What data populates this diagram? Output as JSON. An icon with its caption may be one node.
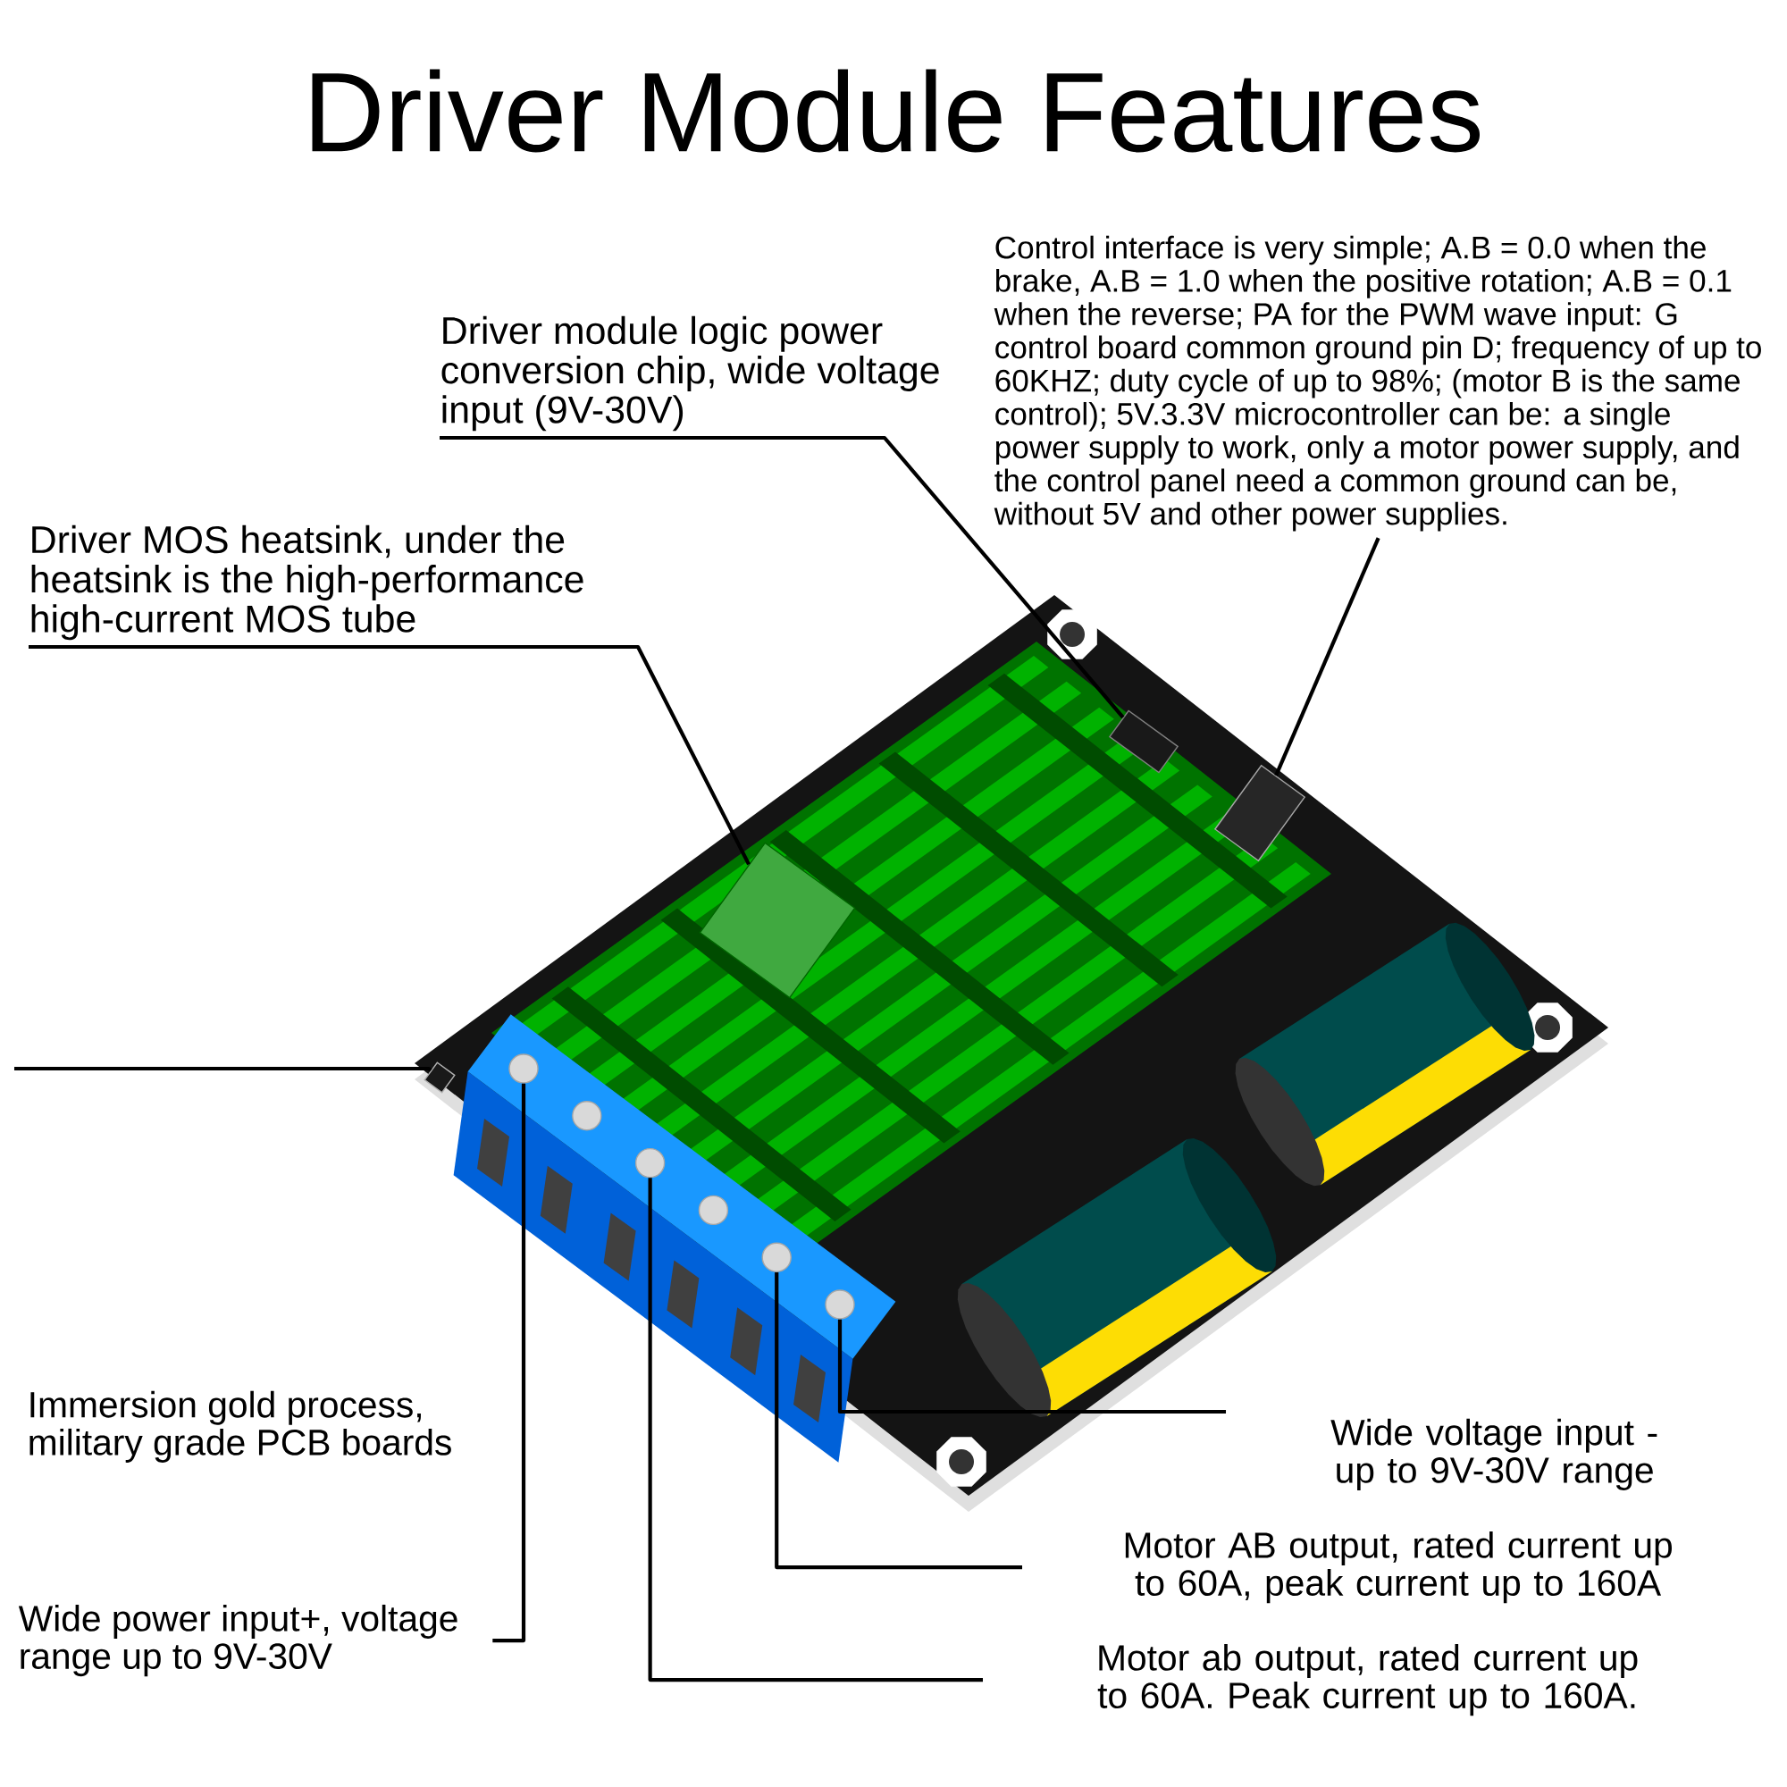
{
  "diagram": {
    "title": "Driver Module Features",
    "nodes": [
      {
        "text": [
          "Control interface is very simple; A.B = 0.0 when the brake, A.B = 1.0 when the positive rotation; A.B = 0.1 when the reverse; PA for the PWM wave input: G control board common ground pin D; frequency of up to 60KHZ; duty cycle of up to 98%; (motor B is the same control); 5V.3.3V microcontroller can be: a single power supply to work, only a motor power supply, and the control panel need a common ground can be, without 5V and other power supplies."
        ]
      },
      {
        "text": [
          "Driver module logic power conversion chip, wide voltage input (9V-30V)"
        ]
      },
      {
        "text": [
          "Driver MOS heatsink, under the heatsink is the high-performance high-current MOS tube"
        ]
      },
      {
        "text": [
          "Wide voltage input - up to 9V-30V range"
        ]
      },
      {
        "text": [
          "Motor AB output, rated current up to 60A, peak current up to 160A"
        ]
      },
      {
        "text": [
          "Wide power input+, voltage range up to 9V-30V"
        ]
      },
      {
        "text": [
          "Motor ab output, rated current up to 60A. Peak current up to 160A."
        ]
      },
      {
        "text": [],
        "shape": "box"
      },
      {
        "text": [],
        "shape": "box"
      },
      {
        "text": [],
        "shape": "box"
      },
      {
        "text": [],
        "shape": "box"
      },
      {
        "text": [],
        "shape": "circle"
      },
      {
        "text": [],
        "shape": "circle"
      },
      {
        "text": [],
        "shape": "circle"
      },
      {
        "text": [],
        "shape": "circle"
      },
      {
        "text": [],
        "shape": "circle"
      },
      {
        "text": [],
        "shape": "circle"
      }
    ],
    "edges": [
      {
        "from": 0,
        "to": 8,
        "arrow": "none"
      },
      {
        "from": 1,
        "to": 7,
        "arrow": "none"
      },
      {
        "from": 2,
        "to": 9,
        "arrow": "none"
      },
      {
        "from": null,
        "to": 10,
        "arrow": "none"
      },
      {
        "from": 3,
        "to": 16,
        "arrow": "none"
      },
      {
        "from": 4,
        "to": 15,
        "arrow": "none"
      },
      {
        "from": 5,
        "to": 11,
        "arrow": "none"
      },
      {
        "from": 6,
        "to": 13,
        "arrow": "none"
      }
    ],
    "labels": [
      "Immersion gold process, military grade PCB boards"
    ]
  }
}
